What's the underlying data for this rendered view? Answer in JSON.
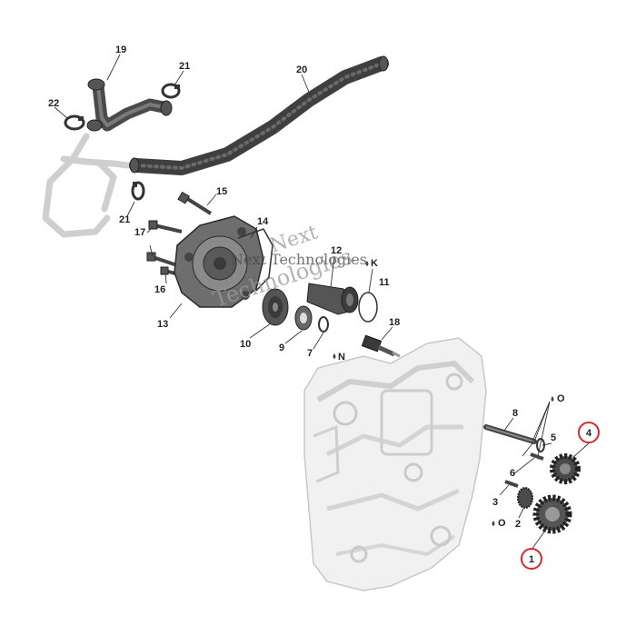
{
  "watermark": {
    "line1": "Next",
    "line2": "Technologies",
    "line3": "Next Technologies"
  },
  "callouts": {
    "c1": "1",
    "c2": "2",
    "c3": "3",
    "c4": "4",
    "c5": "5",
    "c6": "6",
    "c7": "7",
    "c8": "8",
    "c9": "9",
    "c10": "10",
    "c11": "11",
    "c12": "12",
    "c13": "13",
    "c14": "14",
    "c15": "15",
    "c16": "16",
    "c17": "17",
    "c18": "18",
    "c19": "19",
    "c20": "20",
    "c21a": "21",
    "c21b": "21",
    "c22": "22"
  },
  "symbols": {
    "k": "K",
    "n": "N",
    "o_top": "O",
    "o_bottom": "O"
  },
  "highlighted_callouts": [
    "1",
    "4"
  ],
  "colors": {
    "highlight": "#d8262c",
    "part_dark": "#444444",
    "part_ghost": "#d6d6d6"
  }
}
